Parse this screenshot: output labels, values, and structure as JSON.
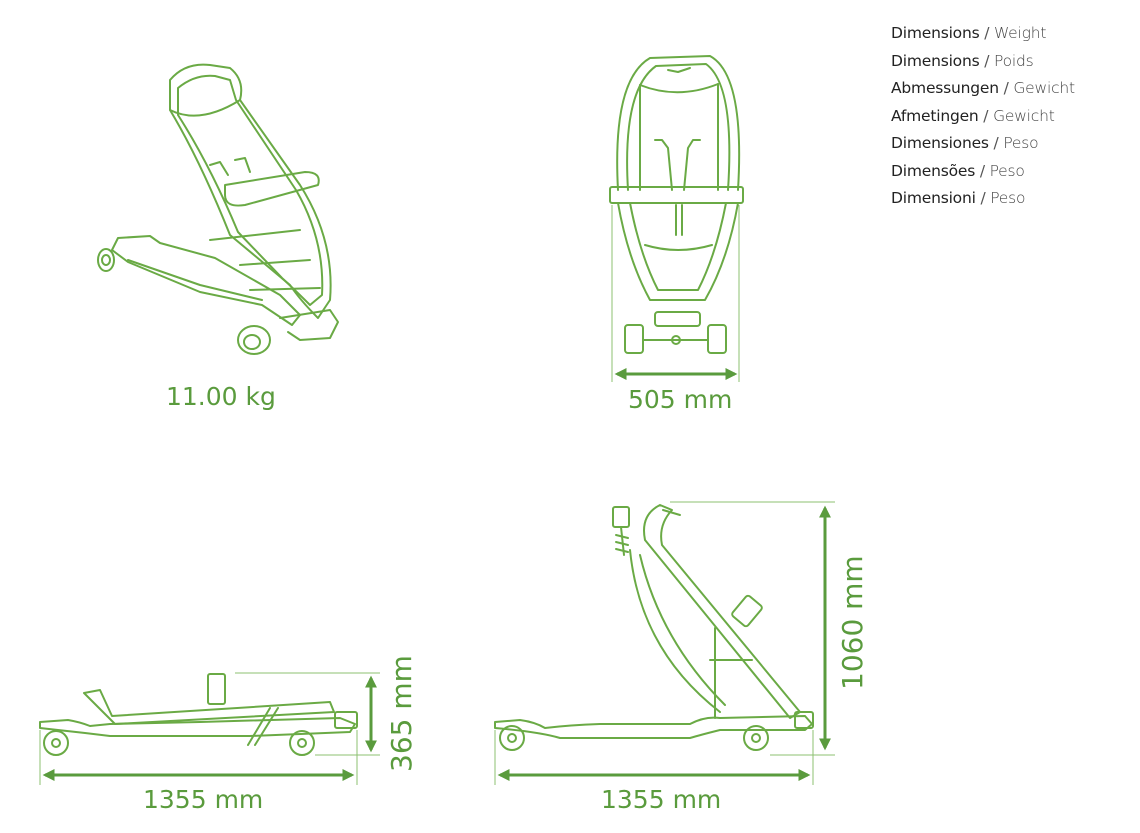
{
  "legend": {
    "items": [
      {
        "primary": "Dimensions",
        "separator": "/",
        "secondary": "Weight"
      },
      {
        "primary": "Dimensions",
        "separator": "/",
        "secondary": "Poids"
      },
      {
        "primary": "Abmessungen",
        "separator": "/",
        "secondary": "Gewicht"
      },
      {
        "primary": "Afmetingen",
        "separator": "/",
        "secondary": "Gewicht"
      },
      {
        "primary": "Dimensiones",
        "separator": "/",
        "secondary": "Peso"
      },
      {
        "primary": "Dimensões",
        "separator": "/",
        "secondary": "Peso"
      },
      {
        "primary": "Dimensioni",
        "separator": "/",
        "secondary": "Peso"
      }
    ]
  },
  "views": {
    "perspective": {
      "label": "11.00 kg",
      "measure": "weight"
    },
    "front": {
      "label": "505 mm",
      "measure": "width"
    },
    "folded_side": {
      "length_label": "1355 mm",
      "height_label": "365 mm"
    },
    "unfolded_side": {
      "length_label": "1355 mm",
      "height_label": "1060 mm"
    }
  },
  "colors": {
    "label_green": "#5a9b3d",
    "line_green": "#6aaa45",
    "text": "#222222"
  }
}
